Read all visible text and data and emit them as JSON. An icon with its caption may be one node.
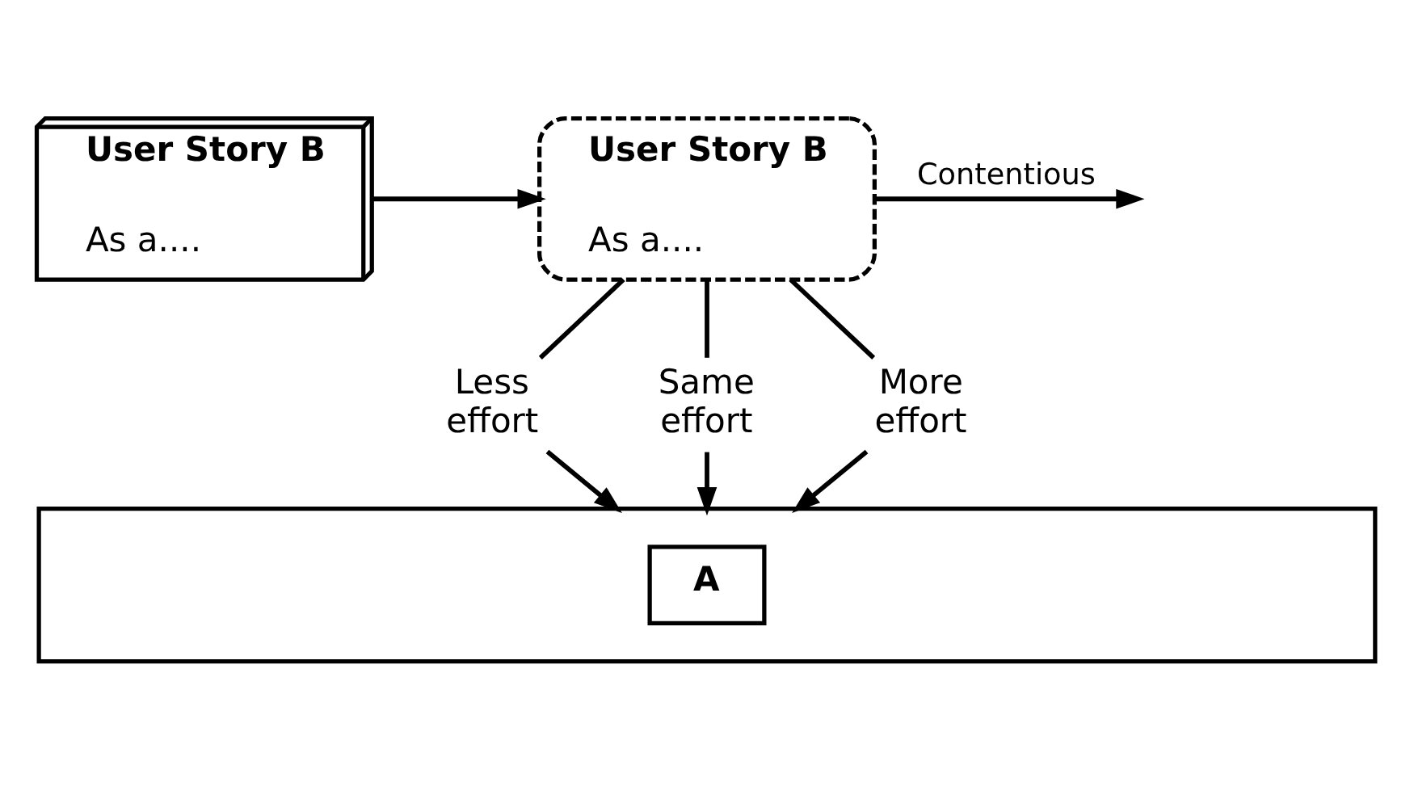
{
  "diagram": {
    "nodes": [
      {
        "text": [
          "User Story B",
          "As a...."
        ]
      },
      {
        "text": [
          "User Story B",
          "As a...."
        ]
      },
      {
        "text": [
          "Less effort"
        ]
      },
      {
        "text": [
          "Same effort"
        ]
      },
      {
        "text": [
          "More effort"
        ]
      },
      {
        "text": [],
        "shape": "box"
      },
      {
        "text": [
          "A"
        ],
        "in": 5
      }
    ],
    "edges": [
      {
        "from": 0,
        "to": 1,
        "arrow": "to"
      },
      {
        "from": 1,
        "to": null,
        "arrow": "to",
        "label": "Contentious"
      },
      {
        "from": 1,
        "to": 2,
        "arrow": "none"
      },
      {
        "from": 1,
        "to": 3,
        "arrow": "none"
      },
      {
        "from": 1,
        "to": 4,
        "arrow": "none"
      },
      {
        "from": 2,
        "to": 5,
        "arrow": "to"
      },
      {
        "from": 3,
        "to": 5,
        "arrow": "to"
      },
      {
        "from": 4,
        "to": 5,
        "arrow": "to"
      }
    ]
  }
}
